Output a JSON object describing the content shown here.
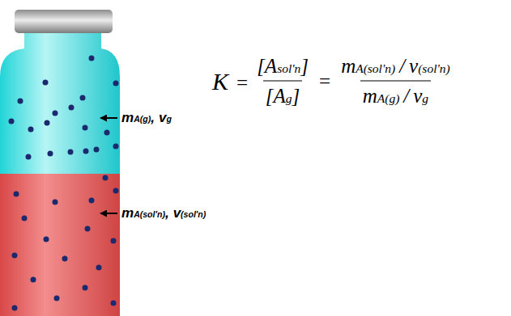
{
  "diagram": {
    "labels": [
      "K",
      "=",
      "[A",
      "sol'n",
      "]",
      "[A",
      "g",
      "]",
      "=",
      "m",
      "A(sol'n)",
      "/",
      "v",
      "(sol'n)",
      "m",
      "A(g)",
      "/",
      "v",
      "g",
      "m",
      "A(g)",
      ",",
      "v",
      "g",
      "m",
      "A(sol'n)",
      ",",
      "v",
      "(sol'n)"
    ]
  }
}
